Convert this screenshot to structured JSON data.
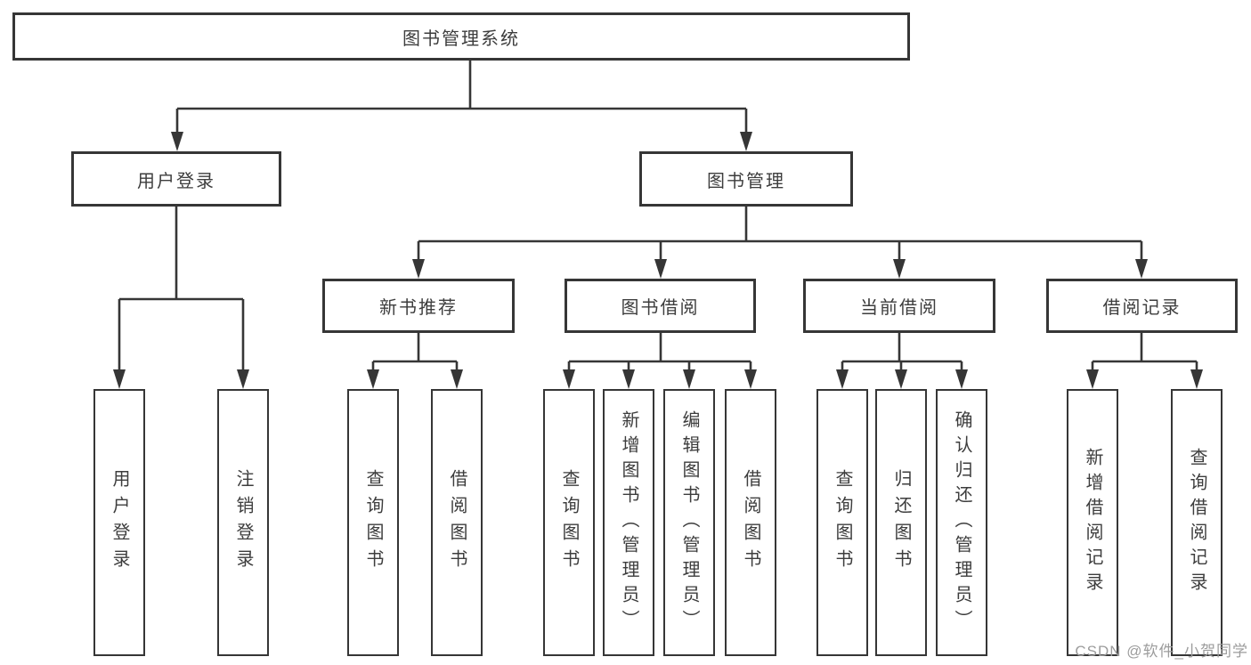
{
  "diagram": {
    "root": {
      "label": "图书管理系统"
    },
    "branches": [
      {
        "label": "用户登录",
        "children": [
          {
            "label": "用户登录"
          },
          {
            "label": "注销登录"
          }
        ]
      },
      {
        "label": "图书管理",
        "children": [
          {
            "label": "新书推荐",
            "children": [
              {
                "label": "查询图书"
              },
              {
                "label": "借阅图书"
              }
            ]
          },
          {
            "label": "图书借阅",
            "children": [
              {
                "label": "查询图书"
              },
              {
                "label": "新增图书（管理员）"
              },
              {
                "label": "编辑图书（管理员）"
              },
              {
                "label": "借阅图书"
              }
            ]
          },
          {
            "label": "当前借阅",
            "children": [
              {
                "label": "查询图书"
              },
              {
                "label": "归还图书"
              },
              {
                "label": "确认归还（管理员）"
              }
            ]
          },
          {
            "label": "借阅记录",
            "children": [
              {
                "label": "新增借阅记录"
              },
              {
                "label": "查询借阅记录"
              }
            ]
          }
        ]
      }
    ],
    "watermark": "CSDN @软件_小贺同学",
    "colors": {
      "line": "#363636",
      "text": "#3d3d3d",
      "background": "#ffffff",
      "watermark": "#9c9c9c"
    }
  }
}
